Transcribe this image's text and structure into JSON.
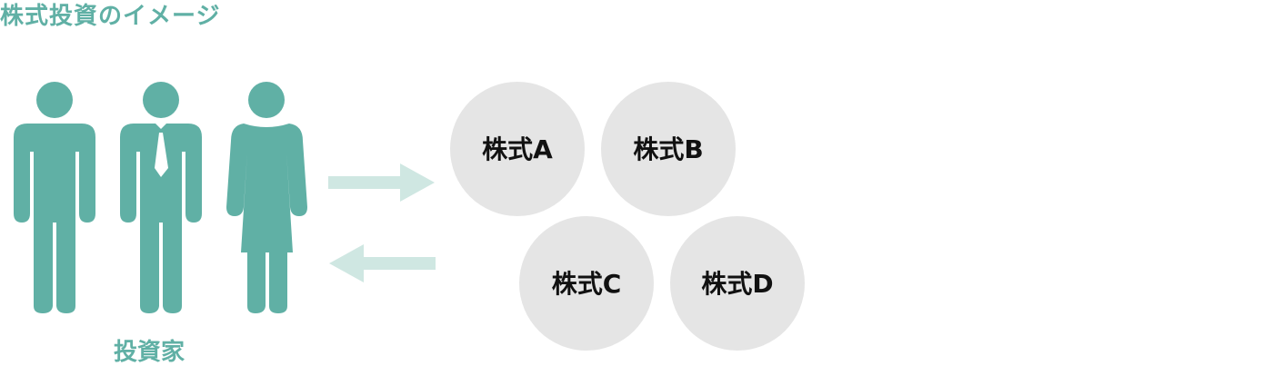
{
  "title": "株式投資のイメージ",
  "investors_label": "投資家",
  "colors": {
    "primary": "#60b0a5",
    "arrow": "#cfe7e2",
    "circle": "#e5e5e5"
  },
  "icons": [
    "man-icon",
    "businessman-icon",
    "woman-icon",
    "arrow-right-icon",
    "arrow-left-icon"
  ],
  "stocks": [
    "株式A",
    "株式B",
    "株式C",
    "株式D"
  ]
}
